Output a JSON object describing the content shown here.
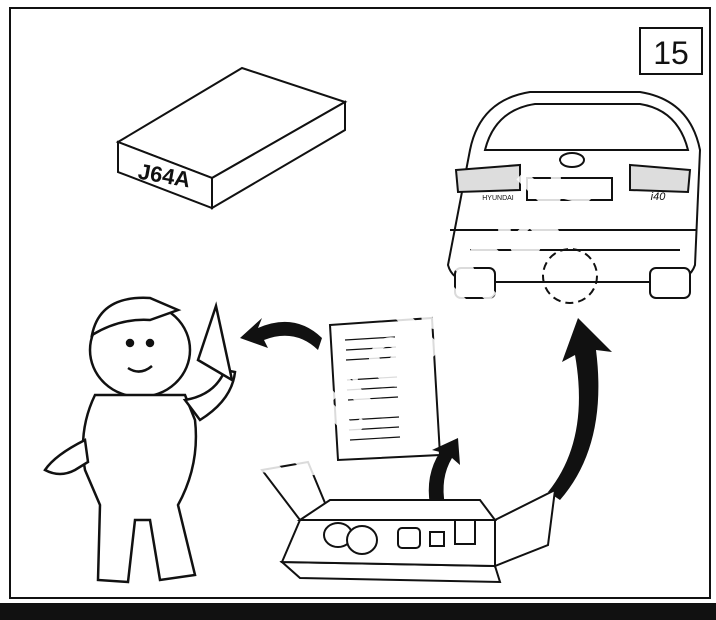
{
  "step_number": "15",
  "box_label": "J64A",
  "car": {
    "brand_badge": "HYUNDAI",
    "model_badge": "i40"
  },
  "watermark": "ant trekinak",
  "colors": {
    "line": "#111111",
    "background": "#ffffff",
    "dark_fill": "#1a1a1a"
  },
  "icons": [
    "box-icon",
    "car-rear-icon",
    "mechanic-figure-icon",
    "instruction-sheet-icon",
    "parts-box-icon",
    "curved-arrow-icon"
  ]
}
